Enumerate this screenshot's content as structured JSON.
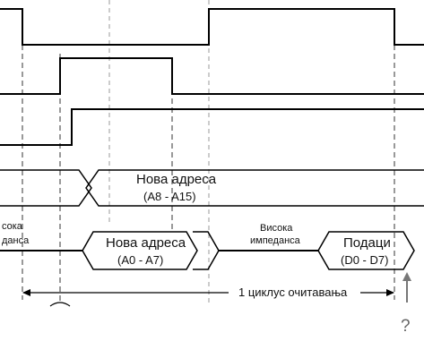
{
  "bus_high": {
    "label_line1": "Нова адреса",
    "label_line2": "(A8 - A15)"
  },
  "bus_low": {
    "left_hiz_line1": "сока",
    "left_hiz_line2": "данса",
    "address_line1": "Нова адреса",
    "address_line2": "(A0 - A7)",
    "hiz_line1": "Висока",
    "hiz_line2": "импеданса",
    "data_line1": "Подаци",
    "data_line2": "(D0 - D7)"
  },
  "cycle": {
    "label": "1 циклус очитавања"
  },
  "question": "?"
}
